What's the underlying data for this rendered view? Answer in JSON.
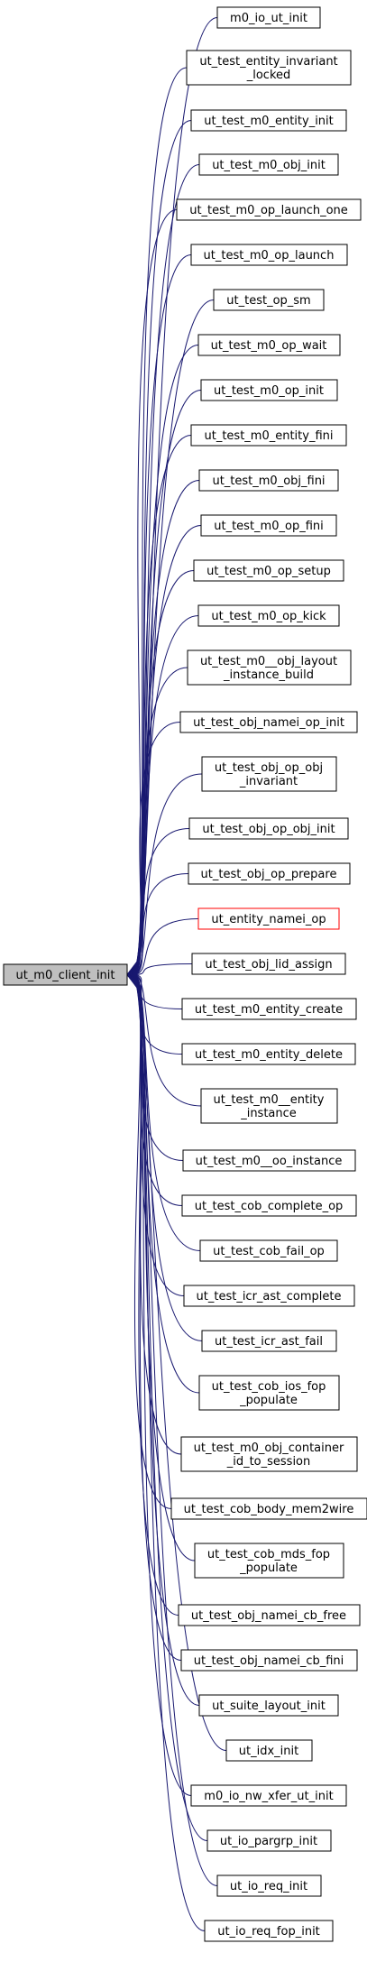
{
  "graph": {
    "root": {
      "label": "ut_m0_client_init"
    },
    "colors": {
      "edge": "#191970",
      "root_fill": "#bfbfbf",
      "node_border": "#000000",
      "highlight_border": "#ff0000",
      "node_fill": "#ffffff"
    },
    "callers": [
      {
        "lines": [
          "m0_io_ut_init"
        ]
      },
      {
        "lines": [
          "ut_test_entity_invariant",
          "_locked"
        ]
      },
      {
        "lines": [
          "ut_test_m0_entity_init"
        ]
      },
      {
        "lines": [
          "ut_test_m0_obj_init"
        ]
      },
      {
        "lines": [
          "ut_test_m0_op_launch_one"
        ]
      },
      {
        "lines": [
          "ut_test_m0_op_launch"
        ]
      },
      {
        "lines": [
          "ut_test_op_sm"
        ]
      },
      {
        "lines": [
          "ut_test_m0_op_wait"
        ]
      },
      {
        "lines": [
          "ut_test_m0_op_init"
        ]
      },
      {
        "lines": [
          "ut_test_m0_entity_fini"
        ]
      },
      {
        "lines": [
          "ut_test_m0_obj_fini"
        ]
      },
      {
        "lines": [
          "ut_test_m0_op_fini"
        ]
      },
      {
        "lines": [
          "ut_test_m0_op_setup"
        ]
      },
      {
        "lines": [
          "ut_test_m0_op_kick"
        ]
      },
      {
        "lines": [
          "ut_test_m0__obj_layout",
          "_instance_build"
        ]
      },
      {
        "lines": [
          "ut_test_obj_namei_op_init"
        ]
      },
      {
        "lines": [
          "ut_test_obj_op_obj",
          "_invariant"
        ]
      },
      {
        "lines": [
          "ut_test_obj_op_obj_init"
        ]
      },
      {
        "lines": [
          "ut_test_obj_op_prepare"
        ]
      },
      {
        "lines": [
          "ut_entity_namei_op"
        ],
        "highlight": true
      },
      {
        "lines": [
          "ut_test_obj_lid_assign"
        ]
      },
      {
        "lines": [
          "ut_test_m0_entity_create"
        ]
      },
      {
        "lines": [
          "ut_test_m0_entity_delete"
        ]
      },
      {
        "lines": [
          "ut_test_m0__entity",
          "_instance"
        ]
      },
      {
        "lines": [
          "ut_test_m0__oo_instance"
        ]
      },
      {
        "lines": [
          "ut_test_cob_complete_op"
        ]
      },
      {
        "lines": [
          "ut_test_cob_fail_op"
        ]
      },
      {
        "lines": [
          "ut_test_icr_ast_complete"
        ]
      },
      {
        "lines": [
          "ut_test_icr_ast_fail"
        ]
      },
      {
        "lines": [
          "ut_test_cob_ios_fop",
          "_populate"
        ]
      },
      {
        "lines": [
          "ut_test_m0_obj_container",
          "_id_to_session"
        ]
      },
      {
        "lines": [
          "ut_test_cob_body_mem2wire"
        ]
      },
      {
        "lines": [
          "ut_test_cob_mds_fop",
          "_populate"
        ]
      },
      {
        "lines": [
          "ut_test_obj_namei_cb_free"
        ]
      },
      {
        "lines": [
          "ut_test_obj_namei_cb_fini"
        ]
      },
      {
        "lines": [
          "ut_suite_layout_init"
        ]
      },
      {
        "lines": [
          "ut_idx_init"
        ]
      },
      {
        "lines": [
          "m0_io_nw_xfer_ut_init"
        ]
      },
      {
        "lines": [
          "ut_io_pargrp_init"
        ]
      },
      {
        "lines": [
          "ut_io_req_init"
        ]
      },
      {
        "lines": [
          "ut_io_req_fop_init"
        ]
      }
    ]
  }
}
